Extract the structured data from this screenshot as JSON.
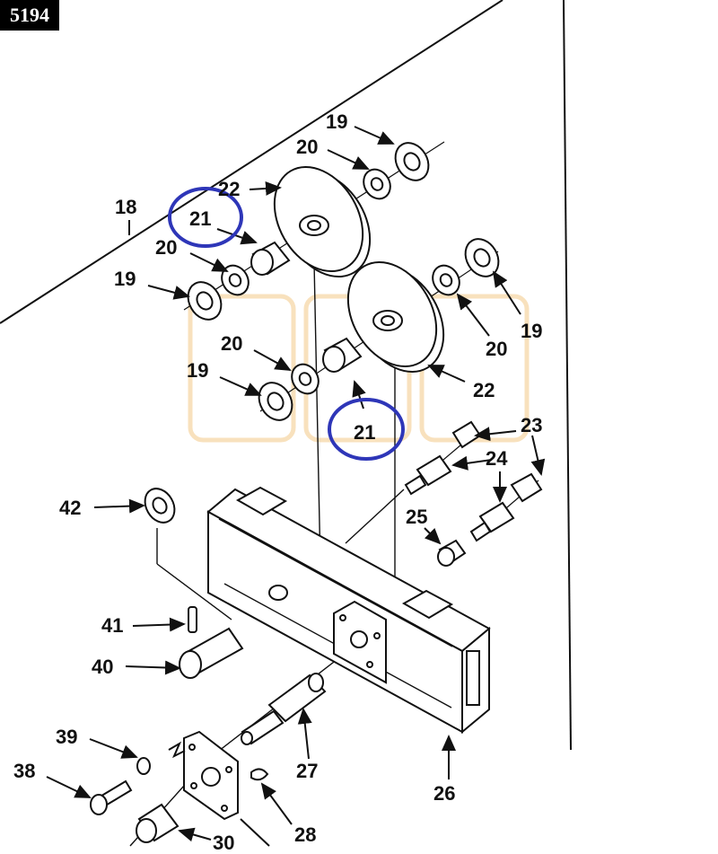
{
  "sheet_number": "5194",
  "callouts": {
    "c18": "18",
    "c19a": "19",
    "c19b": "19",
    "c19c": "19",
    "c19d": "19",
    "c20a": "20",
    "c20b": "20",
    "c20c": "20",
    "c20d": "20",
    "c21a": "21",
    "c21b": "21",
    "c22a": "22",
    "c22b": "22",
    "c23": "23",
    "c24": "24",
    "c25": "25",
    "c26": "26",
    "c27": "27",
    "c28": "28",
    "c30": "30",
    "c38": "38",
    "c39": "39",
    "c40": "40",
    "c41": "41",
    "c42": "42"
  },
  "highlight_color": "#2e36b8",
  "watermark_color": "#f6d9ad"
}
